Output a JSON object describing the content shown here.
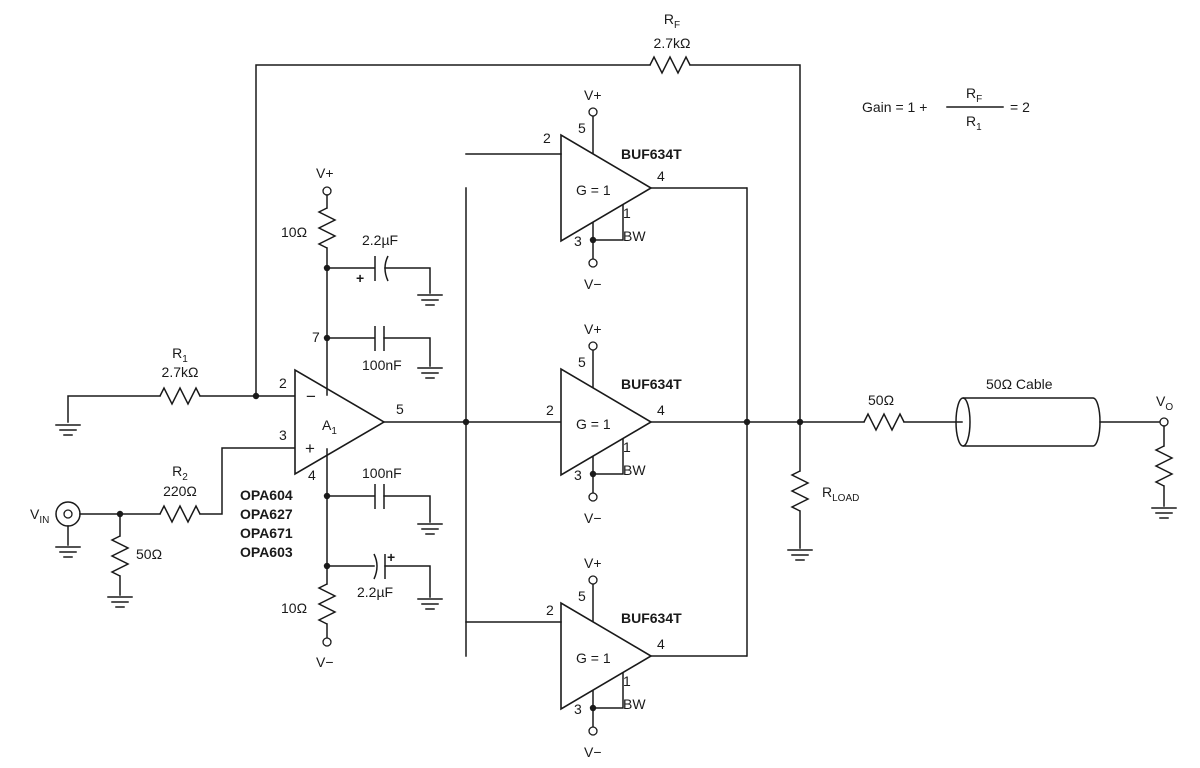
{
  "rf": {
    "name": "R",
    "sub": "F",
    "value": "2.7kΩ"
  },
  "gain": {
    "prefix": "Gain = 1 +",
    "num_r": "R",
    "num_sub": "F",
    "den_r": "R",
    "den_sub": "1",
    "result": "=  2"
  },
  "r1": {
    "name": "R",
    "sub": "1",
    "value": "2.7kΩ"
  },
  "r2": {
    "name": "R",
    "sub": "2",
    "value": "220Ω"
  },
  "vin": {
    "name": "V",
    "sub": "IN"
  },
  "r_in": {
    "value": "50Ω"
  },
  "opamp": {
    "name": "A",
    "sub": "1",
    "pin_inv": "2",
    "pin_noninv": "3",
    "pin_out": "5",
    "pin_vp": "7",
    "pin_vm": "4",
    "sign_minus": "−",
    "sign_plus": "+",
    "parts": [
      "OPA604",
      "OPA627",
      "OPA671",
      "OPA603"
    ]
  },
  "supply_top": {
    "rail": "V+",
    "res": "10Ω",
    "cap_tant": "2.2µF",
    "cap_tant_sign": "+",
    "cap_cer": "100nF"
  },
  "supply_bot": {
    "rail": "V−",
    "res": "10Ω",
    "cap_tant": "2.2µF",
    "cap_tant_sign": "+",
    "cap_cer": "100nF"
  },
  "buffers": [
    {
      "part": "BUF634T",
      "gain": "G = 1",
      "pin_in": "2",
      "pin_out": "4",
      "pin_vp": "5",
      "pin_vm": "3",
      "pin_bw": "1",
      "bw": "BW",
      "vp": "V+",
      "vm": "V−"
    },
    {
      "part": "BUF634T",
      "gain": "G = 1",
      "pin_in": "2",
      "pin_out": "4",
      "pin_vp": "5",
      "pin_vm": "3",
      "pin_bw": "1",
      "bw": "BW",
      "vp": "V+",
      "vm": "V−"
    },
    {
      "part": "BUF634T",
      "gain": "G = 1",
      "pin_in": "2",
      "pin_out": "4",
      "pin_vp": "5",
      "pin_vm": "3",
      "pin_bw": "1",
      "bw": "BW",
      "vp": "V+",
      "vm": "V−"
    }
  ],
  "rload": {
    "name": "R",
    "sub": "LOAD"
  },
  "r_series": {
    "value": "50Ω"
  },
  "cable": {
    "label": "50Ω Cable"
  },
  "vo": {
    "name": "V",
    "sub": "O"
  }
}
